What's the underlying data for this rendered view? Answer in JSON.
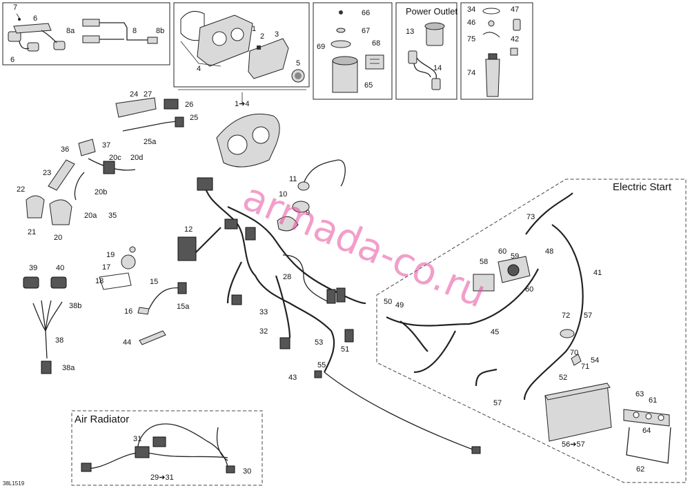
{
  "sections": {
    "power_outlet": "Power Outlet",
    "electric_start": "Electric Start",
    "air_radiator": "Air Radiator"
  },
  "drawing_id": "38L1519",
  "watermark": "armada-co.ru",
  "labels": {
    "l7": "7",
    "l6a": "6",
    "l6b": "6",
    "l8a": "8a",
    "l8": "8",
    "l8b": "8b",
    "l1": "1",
    "l2": "2",
    "l3": "3",
    "l4": "4",
    "l5": "5",
    "l66": "66",
    "l67": "67",
    "l68": "68",
    "l69": "69",
    "l65": "65",
    "l13": "13",
    "l14": "14",
    "l34": "34",
    "l47": "47",
    "l46": "46",
    "l75": "75",
    "l42": "42",
    "l74": "74",
    "l1to4": "1➔4",
    "l24": "24",
    "l27": "27",
    "l26": "26",
    "l25": "25",
    "l25a": "25a",
    "l36": "36",
    "l37": "37",
    "l20c": "20c",
    "l20d": "20d",
    "l23": "23",
    "l20b": "20b",
    "l22": "22",
    "l21": "21",
    "l20": "20",
    "l20a": "20a",
    "l35": "35",
    "l11": "11",
    "l10": "10",
    "l9": "9",
    "l12": "12",
    "l19": "19",
    "l17": "17",
    "l18": "18",
    "l15": "15",
    "l16": "16",
    "l15a": "15a",
    "l39": "39",
    "l40": "40",
    "l38b": "38b",
    "l38": "38",
    "l38a": "38a",
    "l44": "44",
    "l28": "28",
    "l33": "33",
    "l32": "32",
    "l53": "53",
    "l51": "51",
    "l55": "55",
    "l43": "43",
    "l73": "73",
    "l60a": "60",
    "l59": "59",
    "l58": "58",
    "l48": "48",
    "l60b": "60",
    "l41": "41",
    "l50": "50",
    "l49": "49",
    "l45": "45",
    "l72": "72",
    "l57a": "57",
    "l70": "70",
    "l71": "71",
    "l54": "54",
    "l52": "52",
    "l57b": "57",
    "l63": "63",
    "l61": "61",
    "l64": "64",
    "l56to57": "56➔57",
    "l62": "62",
    "l31": "31",
    "l29to31": "29➔31",
    "l30": "30"
  }
}
